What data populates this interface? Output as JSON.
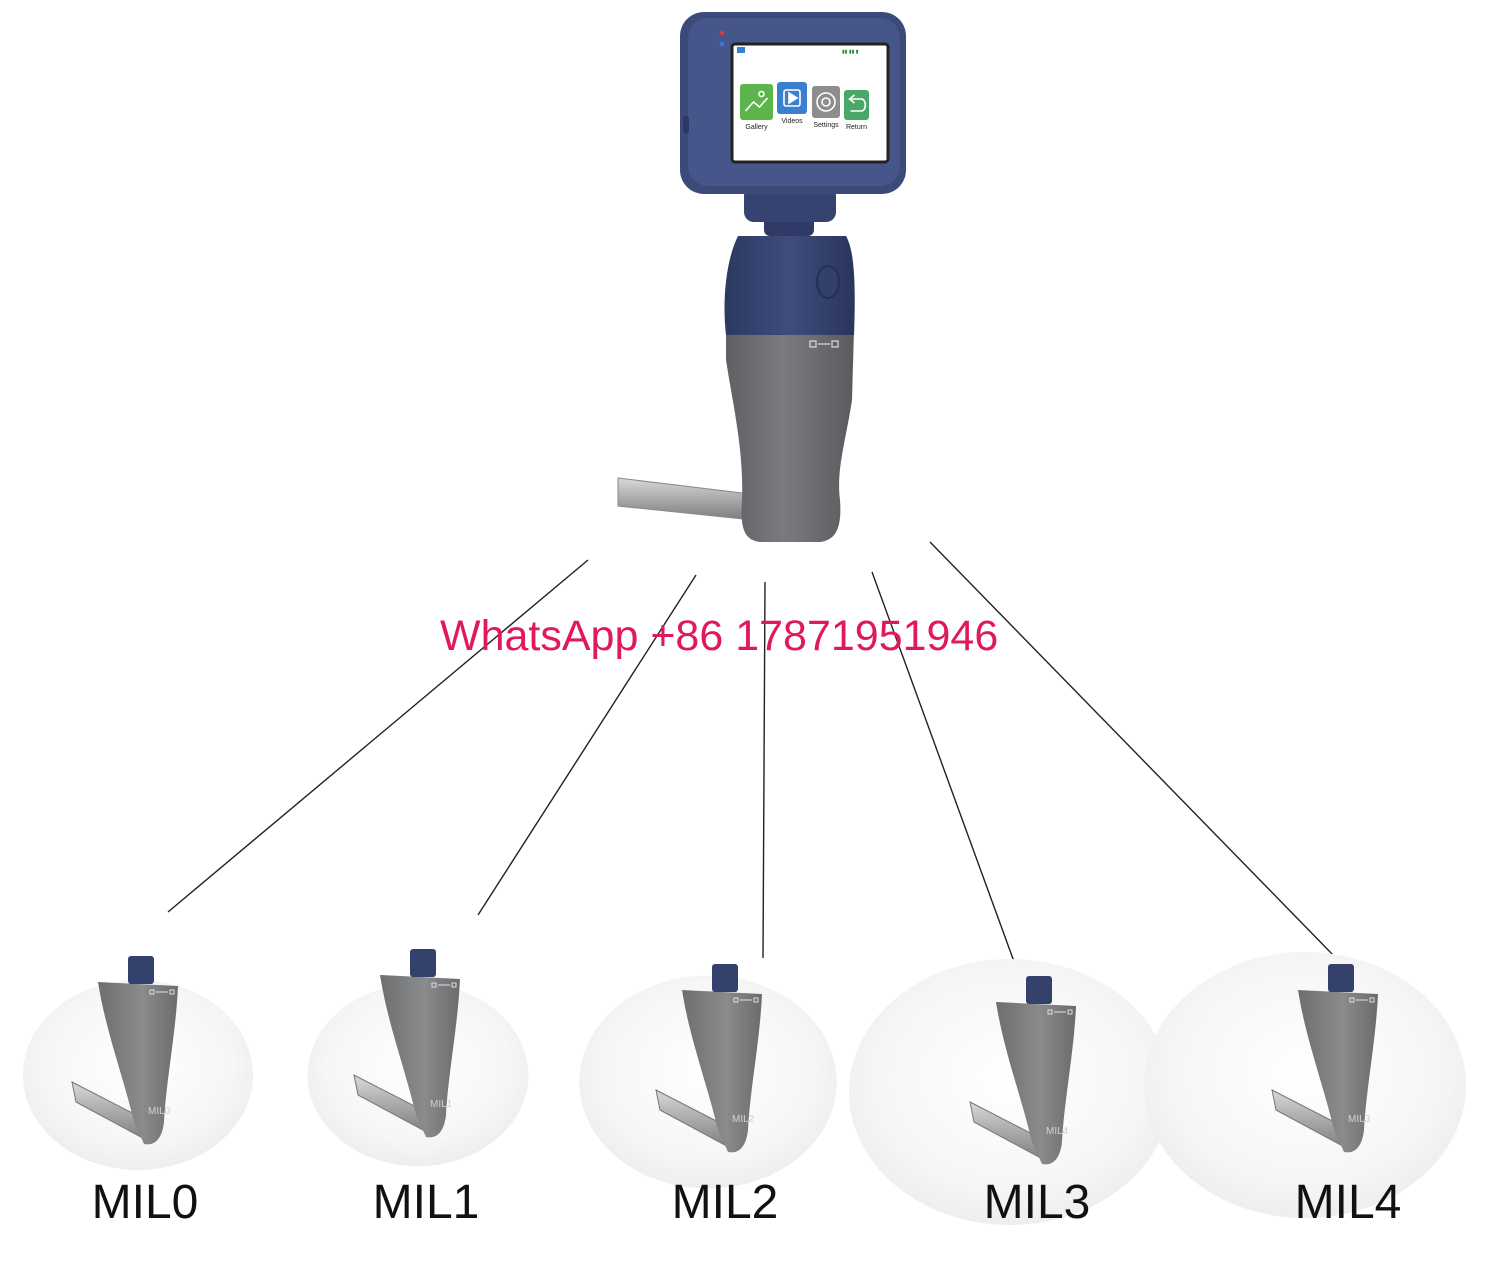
{
  "contact": {
    "text": "WhatsApp +86 17871951946"
  },
  "device": {
    "screen": {
      "apps": [
        {
          "label": "Gallery",
          "icon": "gallery-icon",
          "color": "#5bb54a"
        },
        {
          "label": "Videos",
          "icon": "play-icon",
          "color": "#3b7fd0"
        },
        {
          "label": "Settings",
          "icon": "gear-icon",
          "color": "#8d8d8d"
        },
        {
          "label": "Return",
          "icon": "return-arrow-icon",
          "color": "#4aa866"
        }
      ]
    }
  },
  "blades": [
    {
      "label": "MIL0",
      "mark": "MIL0"
    },
    {
      "label": "MIL1",
      "mark": "MIL1"
    },
    {
      "label": "MIL2",
      "mark": "MIL2"
    },
    {
      "label": "MIL3",
      "mark": "MIL4"
    },
    {
      "label": "MIL4",
      "mark": "MIL3"
    }
  ],
  "colors": {
    "handle_navy": "#3b4a78",
    "handle_gray": "#6f7072",
    "blade_gray": "#7a7b7d",
    "contact_text": "#e0195a",
    "connector": "#222222"
  }
}
